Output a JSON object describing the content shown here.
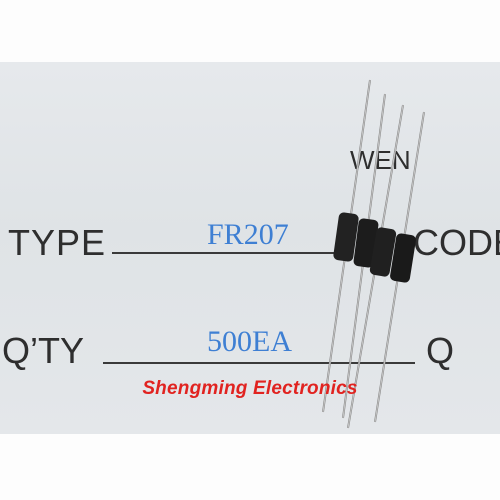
{
  "label": {
    "header_text": "WEN",
    "type_label": "TYPE",
    "type_value": "FR207",
    "code_label": "CODE",
    "qty_label": "Q’TY",
    "qty_value": "500EA",
    "q_label": "Q"
  },
  "watermark": "Shengming Electronics",
  "colors": {
    "value_text": "#3e7fd3",
    "watermark": "#e12320",
    "label_card": "#e2e5e8",
    "diode_body": "#222222",
    "lead_wire": "#8a8a8a"
  }
}
